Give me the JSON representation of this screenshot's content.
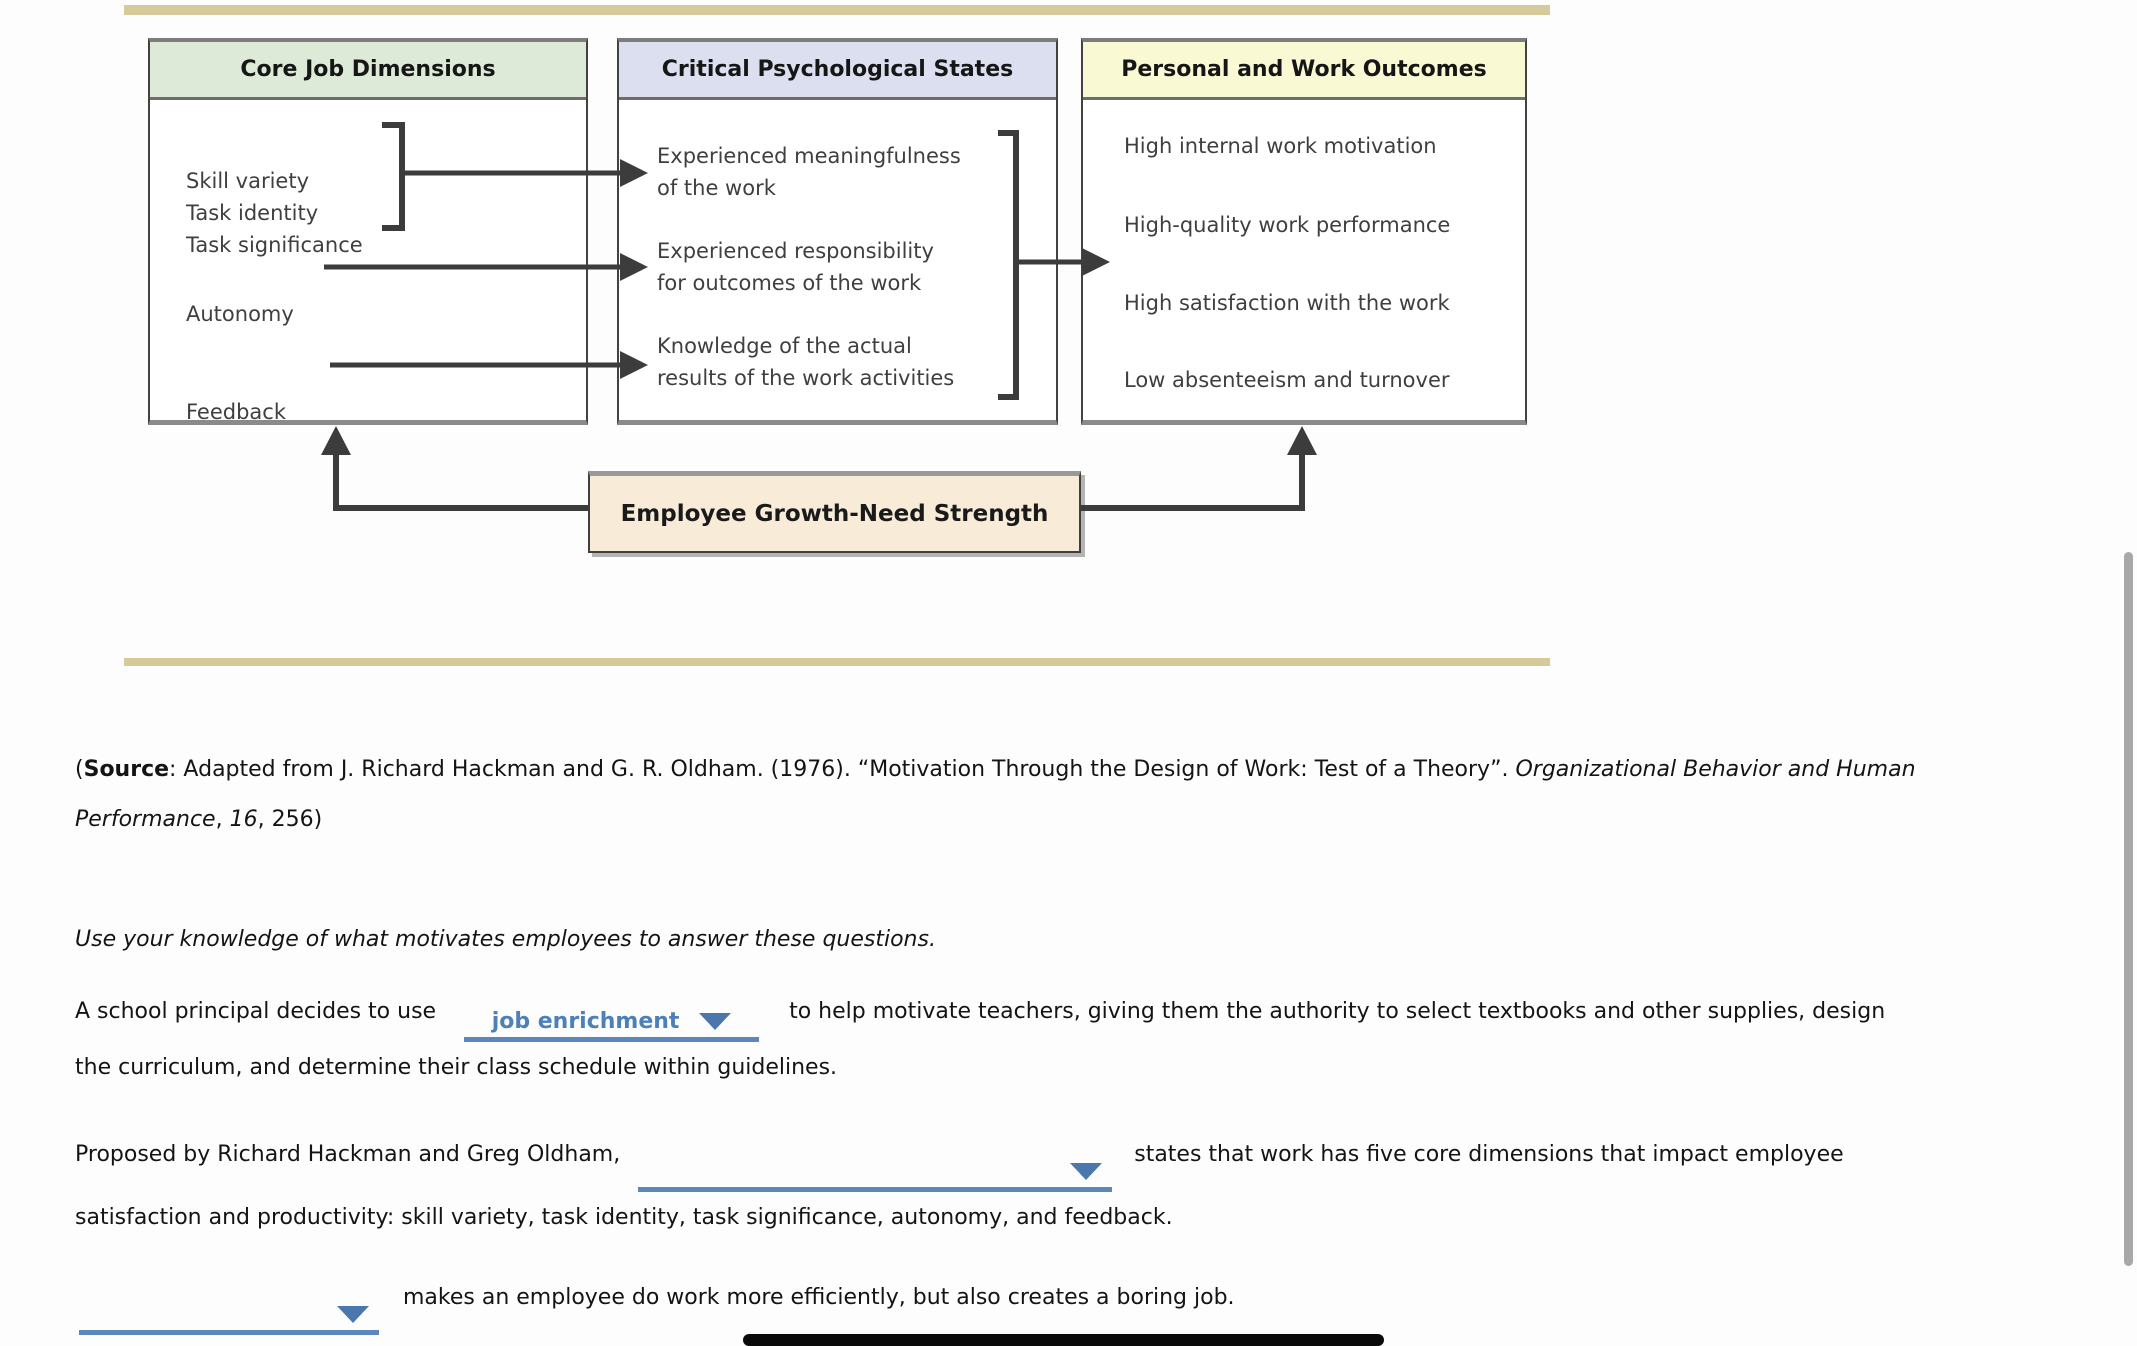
{
  "diagram": {
    "box1": {
      "title": "Core Job Dimensions",
      "items": [
        "Skill variety",
        "Task identity",
        "Task significance",
        "Autonomy",
        "Feedback"
      ]
    },
    "box2": {
      "title": "Critical Psychological States",
      "items": [
        {
          "line1": "Experienced meaningfulness",
          "line2": "of the work"
        },
        {
          "line1": "Experienced responsibility",
          "line2": "for outcomes of the work"
        },
        {
          "line1": "Knowledge of the actual",
          "line2": "results of the work activities"
        }
      ]
    },
    "box3": {
      "title": "Personal and Work Outcomes",
      "items": [
        "High internal work motivation",
        "High-quality work performance",
        "High satisfaction with the work",
        "Low absenteeism and turnover"
      ]
    },
    "growth_box": {
      "label": "Employee Growth-Need Strength"
    },
    "colors": {
      "box1_header": "#dcead7",
      "box2_header": "#dbdff0",
      "box3_header": "#f9f9d4",
      "growth_box_fill": "#f8ecd9",
      "rule_tan": "#d6ca9b",
      "connector": "#3c3c3c"
    }
  },
  "source_note": {
    "open_paren": "(",
    "label": "Source",
    "line1_rest": ": Adapted from J. Richard Hackman and G. R. Oldham. (1976). “Motivation Through the Design of Work: Test of a Theory”. ",
    "line1_italic": "Organizational",
    "line2_italic1": "Behavior and Human Performance",
    "line2_sep": ", ",
    "line2_italic2": "16",
    "line2_rest": ", 256)"
  },
  "instruction": "Use your knowledge of what motivates employees to answer these questions.",
  "questions": {
    "q1": {
      "before": "A school principal decides to use",
      "dropdown_value": "job enrichment",
      "after": "to help motivate teachers, giving them the authority to select textbooks and other supplies, design the curriculum, and determine their class schedule within guidelines."
    },
    "q2": {
      "before": "Proposed by Richard Hackman and Greg Oldham,",
      "dropdown_value": "",
      "after": "states that work has five core dimensions that impact employee satisfaction and productivity: skill variety, task identity, task significance, autonomy, and feedback."
    },
    "q3": {
      "dropdown_value": "",
      "after": "makes an employee do work more efficiently, but also creates a boring job."
    }
  },
  "dropdown_accent": "#4d80b8"
}
